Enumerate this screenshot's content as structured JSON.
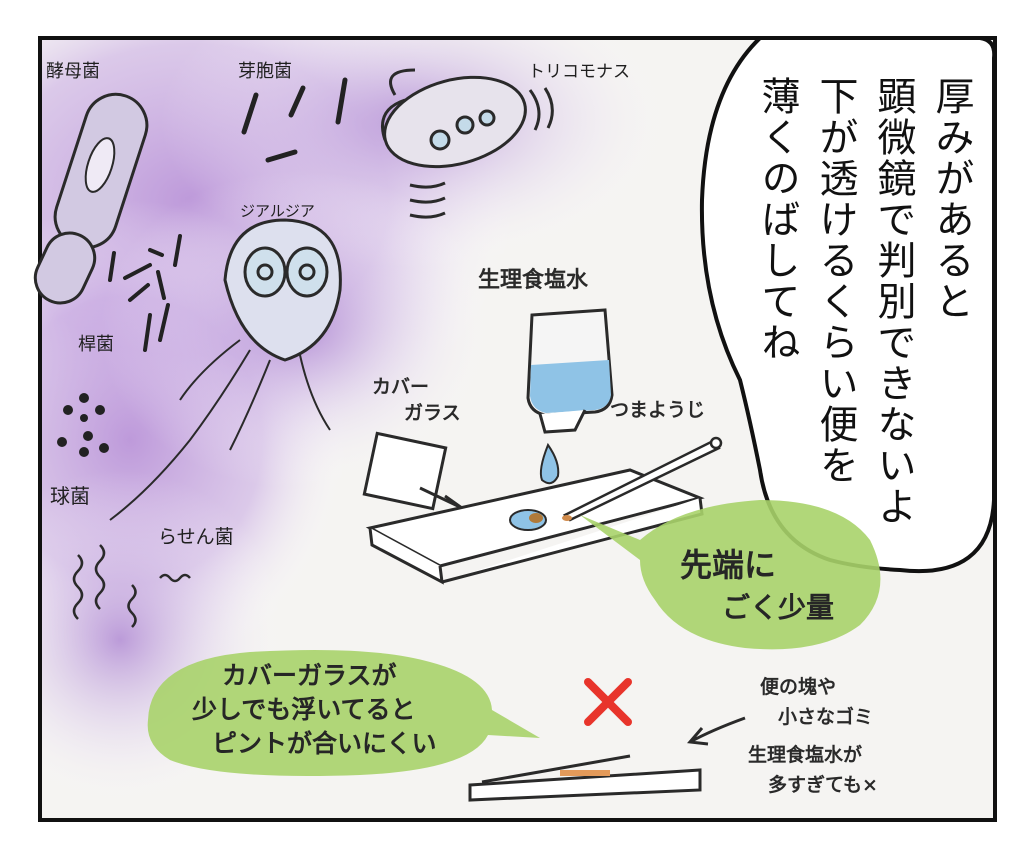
{
  "labels": {
    "yeast": "酵母菌",
    "spore": "芽胞菌",
    "trichomonas": "トリコモナス",
    "giardia": "ジアルジア",
    "bacillus": "桿菌",
    "coccus": "球菌",
    "spirochete": "らせん菌",
    "saline": "生理食塩水",
    "cover_glass_1": "カバー",
    "cover_glass_2": "ガラス",
    "toothpick": "つまようじ"
  },
  "speech": {
    "lines": [
      "厚みがあると",
      "顕微鏡で判別できないよ",
      "下が透けるくらい便を",
      "薄くのばしてね"
    ]
  },
  "tip_bubble": {
    "line1": "先端に",
    "line2": "ごく少量"
  },
  "cover_bubble": {
    "line1": "カバーガラスが",
    "line2": "少しでも浮いてると",
    "line3": "ピントが合いにくい"
  },
  "ng_mark": "×",
  "ng_note": {
    "line1": "便の塊や",
    "line2": "小さなゴミ",
    "line3": "生理食塩水が",
    "line4": "多すぎても×"
  },
  "colors": {
    "purple_wash": "#b48ad6",
    "green_bubble": "#a9d36a",
    "ng_red": "#e8342b",
    "saline_blue": "#8fc3e6"
  }
}
